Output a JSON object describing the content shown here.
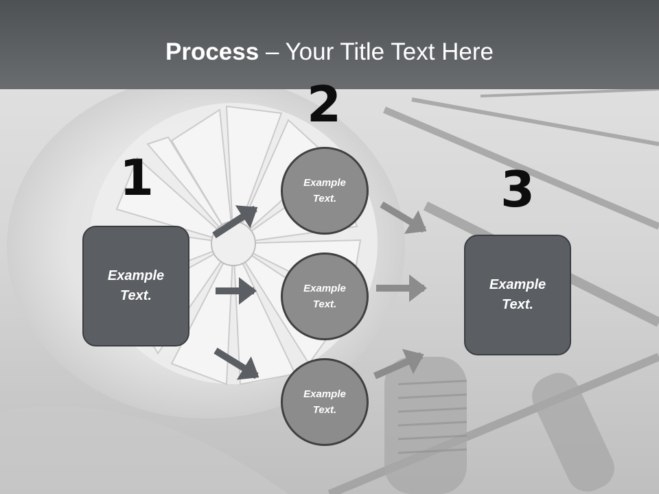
{
  "title": {
    "bold": "Process",
    "rest": " – Your Title Text Here"
  },
  "steps": [
    {
      "number": "1",
      "label_line1": "Example",
      "label_line2": "Text."
    },
    {
      "number": "2"
    },
    {
      "number": "3",
      "label_line1": "Example",
      "label_line2": "Text."
    }
  ],
  "circles": [
    {
      "label_line1": "Example",
      "label_line2": "Text."
    },
    {
      "label_line1": "Example",
      "label_line2": "Text."
    },
    {
      "label_line1": "Example",
      "label_line2": "Text."
    }
  ],
  "colors": {
    "title_bar": "#5c5f62",
    "box_fill": "#5b5f63",
    "circle_fill": "#8c8c8c",
    "arrow_left": "#5b5f63",
    "arrow_right": "#8c8c8c"
  }
}
